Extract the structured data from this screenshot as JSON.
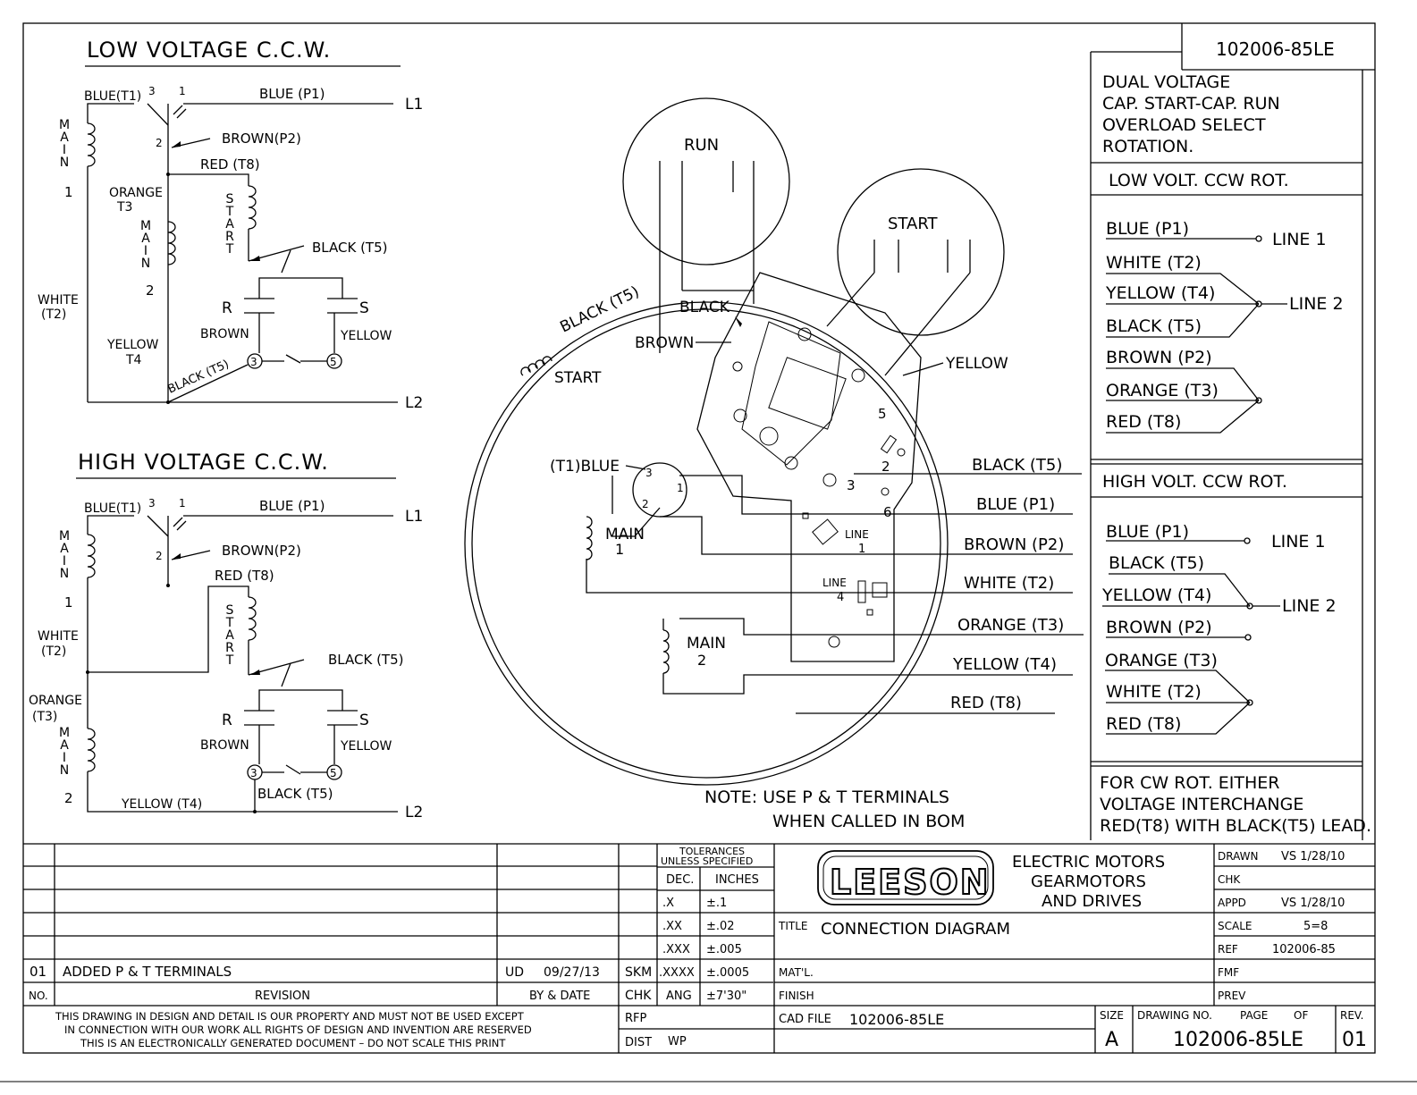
{
  "drawing_number_top": "102006-85LE",
  "description": [
    "DUAL VOLTAGE",
    "CAP. START-CAP. RUN",
    "OVERLOAD SELECT",
    "ROTATION."
  ],
  "low_ccw": {
    "title": "LOW VOLTAGE C.C.W.",
    "labels": {
      "blue_t1": "BLUE(T1)",
      "num3": "3",
      "num1": "1",
      "num2": "2",
      "num5": "5",
      "blue_p1": "BLUE (P1)",
      "l1": "L1",
      "l2": "L2",
      "brown_p2": "BROWN(P2)",
      "red_t8": "RED (T8)",
      "main": "MAIN",
      "main1_num": "1",
      "main2_num": "2",
      "orange": "ORANGE",
      "t3": "T3",
      "start": "START",
      "black_t5": "BLACK (T5)",
      "white": "WHITE",
      "t2": "(T2)",
      "r": "R",
      "s": "S",
      "brown": "BROWN",
      "yellow": "YELLOW",
      "yellow_l": "YELLOW",
      "t4": "T4",
      "black_t5_diag": "BLACK (T5)"
    }
  },
  "high_ccw": {
    "title": "HIGH VOLTAGE C.C.W.",
    "labels": {
      "blue_t1": "BLUE(T1)",
      "num3": "3",
      "num1": "1",
      "num2": "2",
      "num5": "5",
      "blue_p1": "BLUE (P1)",
      "l1": "L1",
      "l2": "L2",
      "brown_p2": "BROWN(P2)",
      "red_t8": "RED (T8)",
      "main": "MAIN",
      "main1_num": "1",
      "main2_num": "2",
      "start": "START",
      "black_t5": "BLACK (T5)",
      "white": "WHITE",
      "t2": "(T2)",
      "orange": "ORANGE",
      "t3": "(T3)",
      "r": "R",
      "s": "S",
      "brown": "BROWN",
      "yellow": "YELLOW",
      "yellow_t4": "YELLOW (T4)",
      "black_t5_low": "BLACK (T5)"
    }
  },
  "center": {
    "run": "RUN",
    "start_cap": "START",
    "black_t5_arc": "BLACK (T5)",
    "start_coil": "START",
    "black": "BLACK",
    "brown": "BROWN",
    "yellow": "YELLOW",
    "t1_blue": "(T1)BLUE",
    "main1": "MAIN",
    "main1_num": "1",
    "main2": "MAIN",
    "main2_num": "2",
    "line1": "LINE",
    "line1_num": "1",
    "line4": "LINE",
    "line4_num": "4",
    "n2": "2",
    "n3": "3",
    "n5": "5",
    "n6": "6",
    "s3": "3",
    "s1": "1",
    "s2": "2",
    "leads": [
      "BLACK (T5)",
      "BLUE (P1)",
      "BROWN (P2)",
      "WHITE (T2)",
      "ORANGE (T3)",
      "YELLOW (T4)",
      "RED (T8)"
    ],
    "note1": "NOTE: USE P & T TERMINALS",
    "note2": "WHEN CALLED IN BOM"
  },
  "low_table": {
    "title": "LOW VOLT. CCW ROT.",
    "rows": [
      "BLUE (P1)",
      "WHITE (T2)",
      "YELLOW (T4)",
      "BLACK (T5)",
      "BROWN (P2)",
      "ORANGE (T3)",
      "RED (T8)"
    ],
    "line1": "LINE 1",
    "line2": "LINE 2"
  },
  "high_table": {
    "title": "HIGH VOLT. CCW ROT.",
    "rows": [
      "BLUE (P1)",
      "BLACK (T5)",
      "YELLOW (T4)",
      "BROWN (P2)",
      "ORANGE (T3)",
      "WHITE (T2)",
      "RED (T8)"
    ],
    "line1": "LINE 1",
    "line2": "LINE 2"
  },
  "cw_note": [
    "FOR CW ROT. EITHER",
    "VOLTAGE INTERCHANGE",
    "RED(T8) WITH BLACK(T5) LEAD."
  ],
  "title_block": {
    "tolerances_1": "TOLERANCES",
    "tolerances_2": "UNLESS SPECIFIED",
    "tol_head": [
      "DEC.",
      "INCHES"
    ],
    "tol_rows": [
      [
        ".X",
        "±.1"
      ],
      [
        ".XX",
        "±.02"
      ],
      [
        ".XXX",
        "±.005"
      ],
      [
        ".XXXX",
        "±.0005"
      ],
      [
        "ANG",
        "±7'30\""
      ]
    ],
    "skm": "SKM",
    "chk": "CHK",
    "rfp": "RFP",
    "dist": "DIST",
    "dist_val": "WP",
    "rev_no": "01",
    "rev_desc": "ADDED P & T TERMINALS",
    "rev_by": "UD",
    "rev_date": "09/27/13",
    "hdr_no": "NO.",
    "hdr_revision": "REVISION",
    "hdr_by_date": "BY & DATE",
    "disclaimer": [
      "THIS DRAWING IN DESIGN AND DETAIL IS OUR PROPERTY AND MUST NOT BE USED EXCEPT",
      "IN CONNECTION WITH OUR WORK ALL RIGHTS OF DESIGN AND INVENTION ARE RESERVED",
      "THIS IS AN ELECTRONICALLY GENERATED DOCUMENT – DO NOT SCALE THIS PRINT"
    ],
    "logo": "LEESON",
    "company": [
      "ELECTRIC MOTORS",
      "GEARMOTORS",
      "AND DRIVES"
    ],
    "title_label": "TITLE",
    "title_value": "CONNECTION DIAGRAM",
    "matl": "MAT'L.",
    "finish": "FINISH",
    "cad_label": "CAD FILE",
    "cad_value": "102006-85LE",
    "size_label": "SIZE",
    "size_value": "A",
    "dwg_label": "DRAWING NO.",
    "page_label": "PAGE",
    "of_label": "OF",
    "dwg_value": "102006-85LE",
    "rev_label": "REV.",
    "rev_value": "01",
    "right": [
      [
        "DRAWN",
        "VS 1/28/10"
      ],
      [
        "CHK",
        ""
      ],
      [
        "APPD",
        "VS 1/28/10"
      ],
      [
        "SCALE",
        "5=8"
      ],
      [
        "REF",
        "102006-85"
      ],
      [
        "FMF",
        ""
      ],
      [
        "PREV",
        ""
      ]
    ]
  }
}
